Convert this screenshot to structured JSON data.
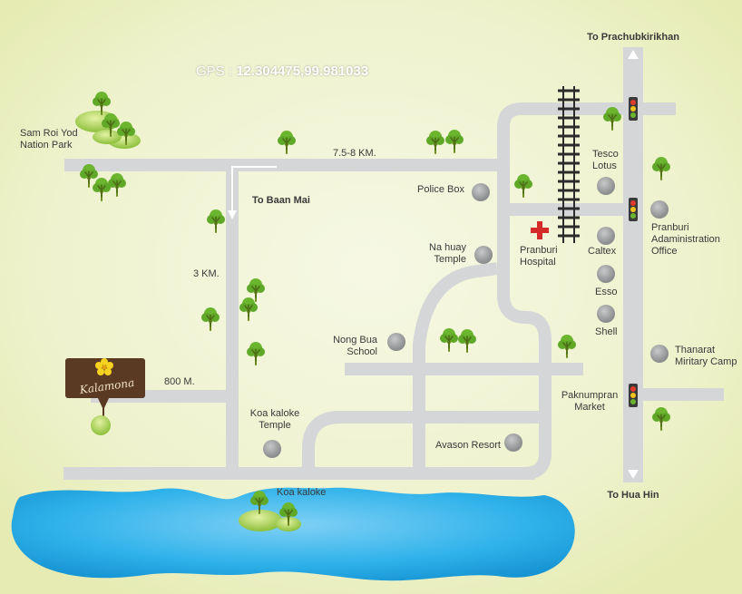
{
  "gps": {
    "label": "GPS :",
    "value": "12.304475,99.981033"
  },
  "colors": {
    "land": "#eef2cc",
    "road": "#d4d6d8",
    "sea": "#1ea8e4",
    "tree_trunk": "#6d8a1f",
    "tree_leaf": "#6bb52f",
    "place_marker": "#9a9c9e",
    "logo_bg": "#5b3a24",
    "hospital": "#d42a2a"
  },
  "directions": {
    "north": "To Prachubkirikhan",
    "south": "To Hua Hin",
    "west_turn": "To Baan Mai"
  },
  "distances": {
    "main_road": "7.5-8 KM.",
    "side_road": "3 KM.",
    "hotel_road": "800 M."
  },
  "places": {
    "sam_roi_yod": [
      "Sam Roi Yod",
      "Nation Park"
    ],
    "police_box": "Police Box",
    "na_huay_temple": [
      "Na huay",
      "Temple"
    ],
    "pranburi_hospital": [
      "Pranburi",
      "Hospital"
    ],
    "tesco_lotus": [
      "Tesco",
      "Lotus"
    ],
    "pranburi_admin": [
      "Pranburi",
      "Adaministration",
      "Office"
    ],
    "caltex": "Caltex",
    "esso": "Esso",
    "shell": "Shell",
    "nong_bua_school": [
      "Nong Bua",
      "School"
    ],
    "thanarat_camp": [
      "Thanarat",
      "Miritary Camp"
    ],
    "paknumpran_market": [
      "Paknumpran",
      "Market"
    ],
    "koa_kaloke_temple": [
      "Koa kaloke",
      "Temple"
    ],
    "avason_resort": "Avason Resort",
    "koa_kaloke": "Koa kaloke"
  },
  "hotel": {
    "logo_text": "Kalamona"
  }
}
